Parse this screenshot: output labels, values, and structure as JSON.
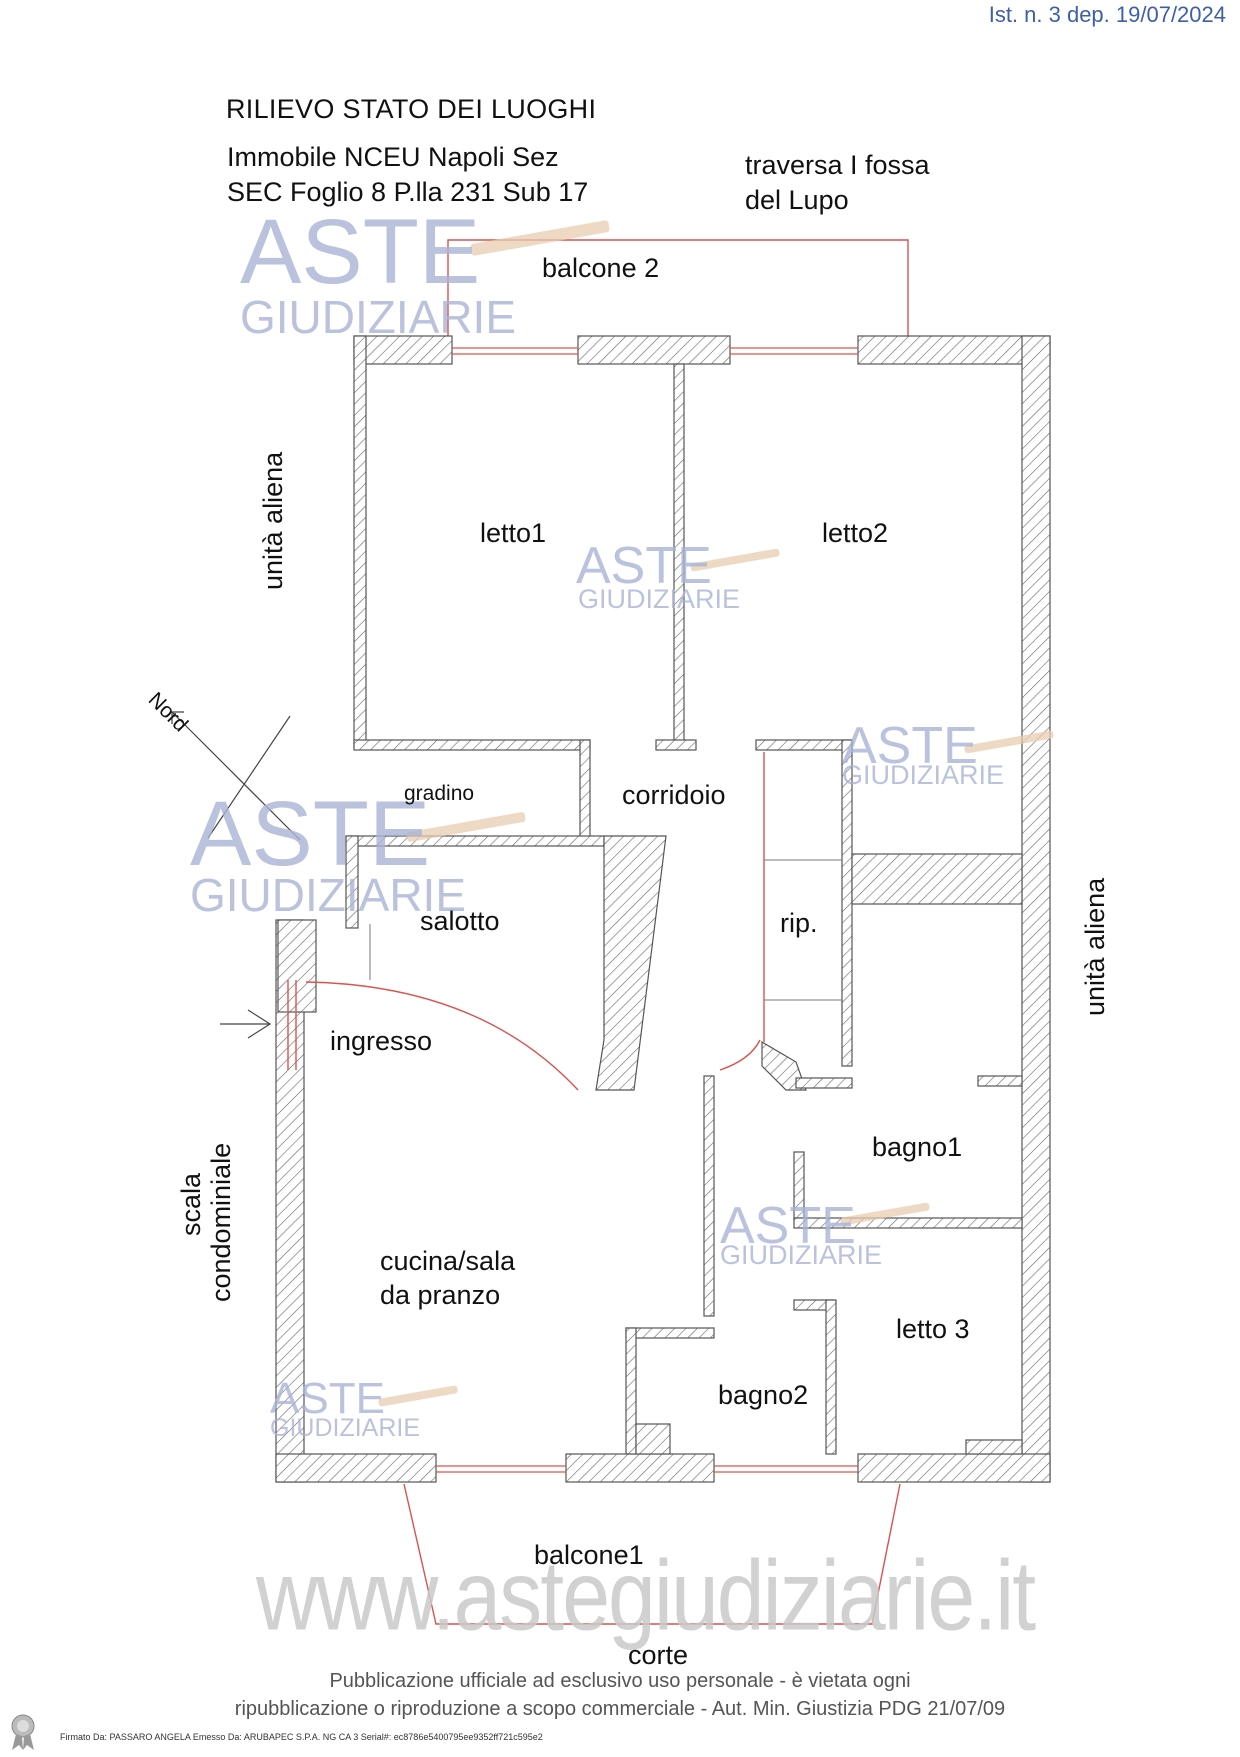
{
  "header": {
    "ist": "Ist. n. 3 dep. 19/07/2024"
  },
  "title": "RILIEVO STATO DEI LUOGHI",
  "subtitle_lines": [
    "Immobile NCEU Napoli Sez",
    "SEC Foglio 8 P.lla 231 Sub 17"
  ],
  "street_lines": [
    "traversa I fossa",
    "del Lupo"
  ],
  "labels": {
    "balcone2": "balcone 2",
    "letto1": "letto1",
    "letto2": "letto2",
    "unita_left": "unità aliena",
    "unita_right": "unità aliena",
    "nord": "Nord",
    "gradino": "gradino",
    "corridoio": "corridoio",
    "salotto": "salotto",
    "rip": "rip.",
    "ingresso": "ingresso",
    "bagno1": "bagno1",
    "scala_1": "scala",
    "scala_2": "condominiale",
    "cucina_1": "cucina/sala",
    "cucina_2": "da pranzo",
    "letto3": "letto 3",
    "bagno2": "bagno2",
    "balcone1": "balcone1",
    "corte": "corte"
  },
  "watermark": {
    "aste": "ASTE",
    "giudiziarie": "GIUDIZIARIE",
    "site": "www.astegiudiziarie.it",
    "color": "#a9b3d6"
  },
  "footer": {
    "line1": "Pubblicazione ufficiale ad esclusivo uso personale - è vietata ogni",
    "line2": "ripubblicazione o riproduzione a scopo commerciale - Aut. Min. Giustizia PDG 21/07/09",
    "signature": "Firmato Da: PASSARO ANGELA Emesso Da: ARUBAPEC S.P.A. NG CA 3 Serial#: ec8786e5400795ee9352ff721c595e2"
  },
  "colors": {
    "wall": "#555555",
    "door": "#d9534f",
    "header": "#3e5fa8"
  }
}
